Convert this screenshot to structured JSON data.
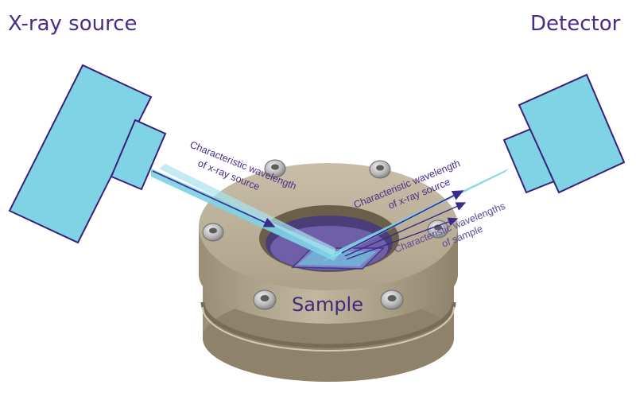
{
  "labels": {
    "source": "X-ray source",
    "detector": "Detector",
    "sample": "Sample",
    "incident_line1": "Characteristic wavelength",
    "incident_line2": "of x-ray source",
    "reflected_line1": "Characteristic wavelength",
    "reflected_line2": "of x-ray source",
    "fluorescence_line1": "Characteristic wavelengths",
    "fluorescence_line2": "of sample"
  },
  "colors": {
    "box_fill": "#7fd3e4",
    "box_stroke": "#3a1f7a",
    "beam": "#7fd3e4",
    "arrow": "#3a2a8a",
    "text": "#4a2d86",
    "holder": "#b8ad97",
    "holder_dark": "#978b74",
    "screw": "#c9c9c9"
  },
  "icons": {
    "source": "xray-tube-icon",
    "detector": "detector-icon",
    "holder": "sample-holder-icon"
  }
}
